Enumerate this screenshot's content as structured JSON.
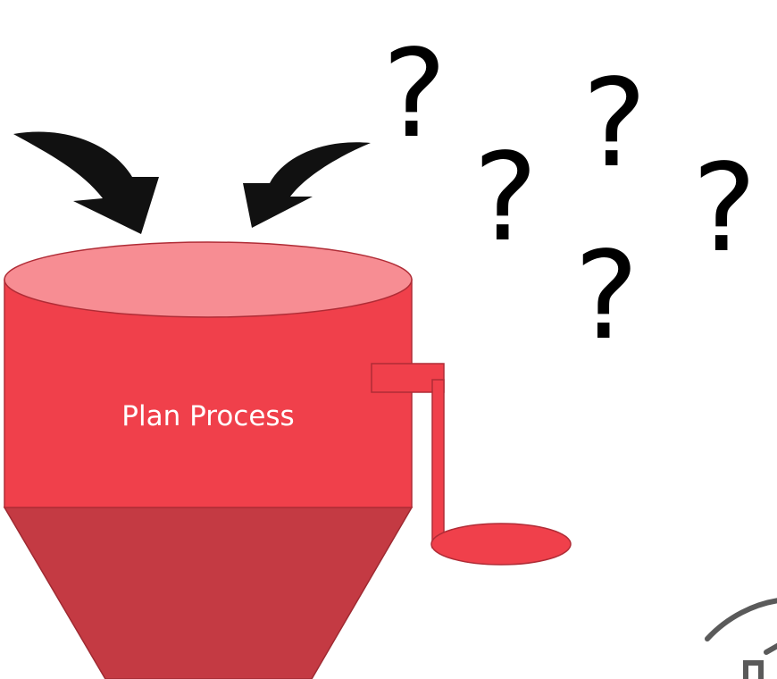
{
  "diagram": {
    "hopper_label": "Plan Process",
    "question_marks": [
      "?",
      "?",
      "?",
      "?",
      "?"
    ],
    "colors": {
      "hopper_body": "#f0404b",
      "hopper_top": "#f78d93",
      "hopper_cone": "#c43a43",
      "hopper_outline": "#b02c36",
      "arrows": "#111111",
      "question_marks": "#000000",
      "partial_icon": "#5a5a5a"
    },
    "icons": {
      "input_arrows": "curved-arrow-down",
      "crank": "hand-crank",
      "partial_icon": "cut-off-gear-icon"
    }
  }
}
